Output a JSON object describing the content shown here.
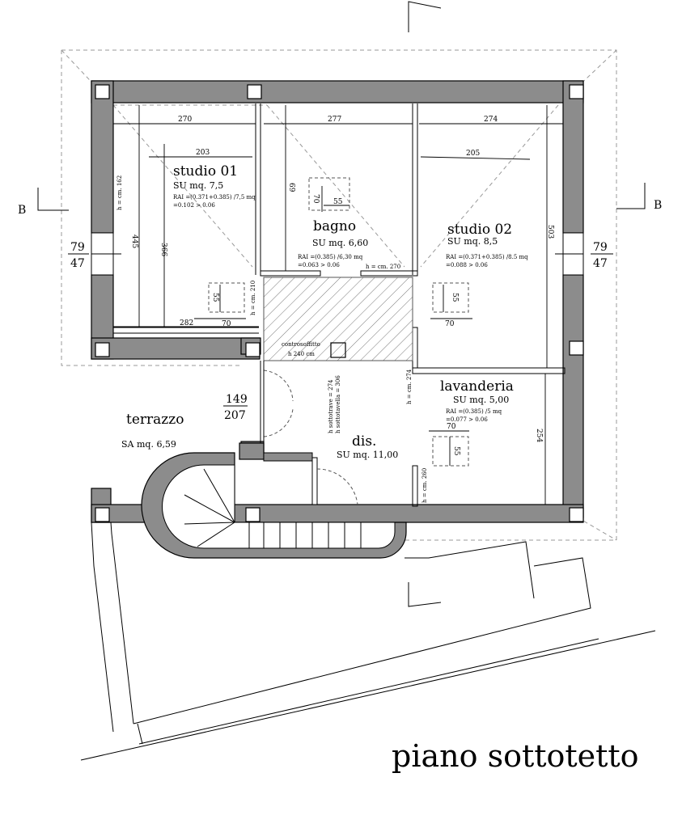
{
  "title": "piano sottotetto",
  "section_marker": "B",
  "rooms": {
    "studio01": {
      "name": "studio 01",
      "su": "SU mq. 7,5",
      "rai1": "RAI =(0.371+0.385) /7,5 mq",
      "rai2": "=0.102 > 0.06"
    },
    "bagno": {
      "name": "bagno",
      "su": "SU mq. 6,60",
      "rai1": "RAI =(0.385) /6,30 mq",
      "rai2": "=0.063 > 0.06"
    },
    "studio02": {
      "name": "studio 02",
      "su": "SU mq. 8,5",
      "rai1": "RAI =(0.371+0.385) /8.5 mq",
      "rai2": "=0.088 > 0.06"
    },
    "lavanderia": {
      "name": "lavanderia",
      "su": "SU mq. 5,00",
      "rai1": "RAI =(0.385) /5 mq",
      "rai2": "=0.077 > 0.06"
    },
    "terrazzo": {
      "name": "terrazzo",
      "sa": "SA mq. 6,59"
    },
    "dis": {
      "name": "dis.",
      "su": "SU mq. 11,00"
    }
  },
  "controsoffitto": {
    "line1": "controsoffitto",
    "line2": "h 240 cm"
  },
  "heights": {
    "h162": "h = cm. 162",
    "h210": "h = cm. 210",
    "h270": "h = cm. 270",
    "h274": "h = cm. 274",
    "h260": "h = cm. 260",
    "sottotrave": "h sottotrave = 274",
    "sottotavella": "h sottotavella = 306"
  },
  "dimensions": {
    "d270": "270",
    "d277": "277",
    "d274": "274",
    "d203": "203",
    "d205": "205",
    "d445": "445",
    "d366": "366",
    "d69": "69",
    "d503": "503",
    "d254": "254",
    "d282": "282",
    "d70a": "70",
    "d70b": "70",
    "d70c": "70",
    "d70d": "70",
    "d55a": "55",
    "d55b": "55",
    "d55c": "55",
    "d55d": "55"
  },
  "openings": {
    "left_top": "79",
    "left_bottom": "47",
    "right_top": "79",
    "right_bottom": "47",
    "terr_top": "149",
    "terr_bottom": "207"
  }
}
